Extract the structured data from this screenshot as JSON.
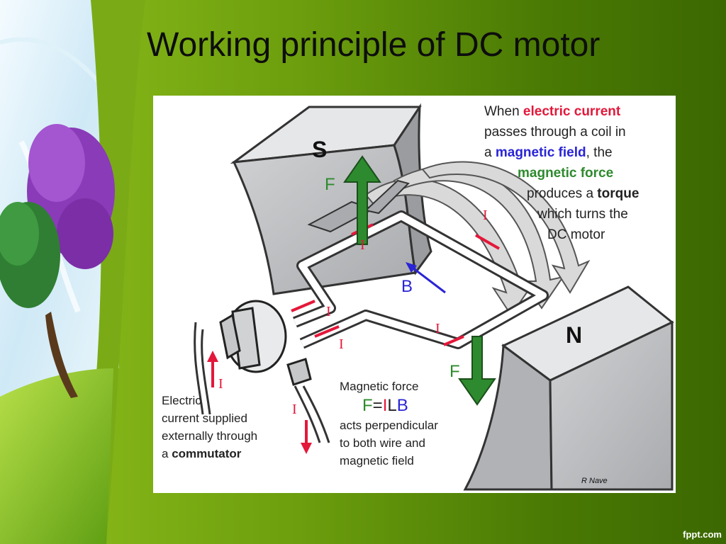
{
  "slide": {
    "title": "Working principle of DC motor",
    "footer": "fppt.com"
  },
  "figure": {
    "description": {
      "l1_a": "When ",
      "l1_b": "electric current",
      "l2": "passes through a  coil in",
      "l3_a": "a ",
      "l3_b": "magnetic field",
      "l3_c": ", the",
      "l4": "magnetic force",
      "l5_a": "produces a ",
      "l5_b": "torque",
      "l6": "which turns the",
      "l7": "DC motor"
    },
    "pole_labels": {
      "south": "S",
      "north": "N"
    },
    "force_label_top": "F",
    "force_label_bottom": "F",
    "field_label": "B",
    "current_label": "I",
    "commutator_caption": {
      "l1": "Electric",
      "l2": "current supplied",
      "l3": "externally through",
      "l4_a": "a ",
      "l4_b": "commutator"
    },
    "force_caption": {
      "l1": "Magnetic force",
      "formula_f": "F",
      "formula_eq": "=",
      "formula_i": "I",
      "formula_l": "L",
      "formula_b": "B",
      "l3": "acts perpendicular",
      "l4": "to both wire and",
      "l5": "magnetic field"
    },
    "credit": "R Nave"
  },
  "colors": {
    "force_arrow": "#2e8a2e",
    "current": "#e4183a",
    "field": "#2a24d6",
    "magnet": "#b7b9bc"
  }
}
